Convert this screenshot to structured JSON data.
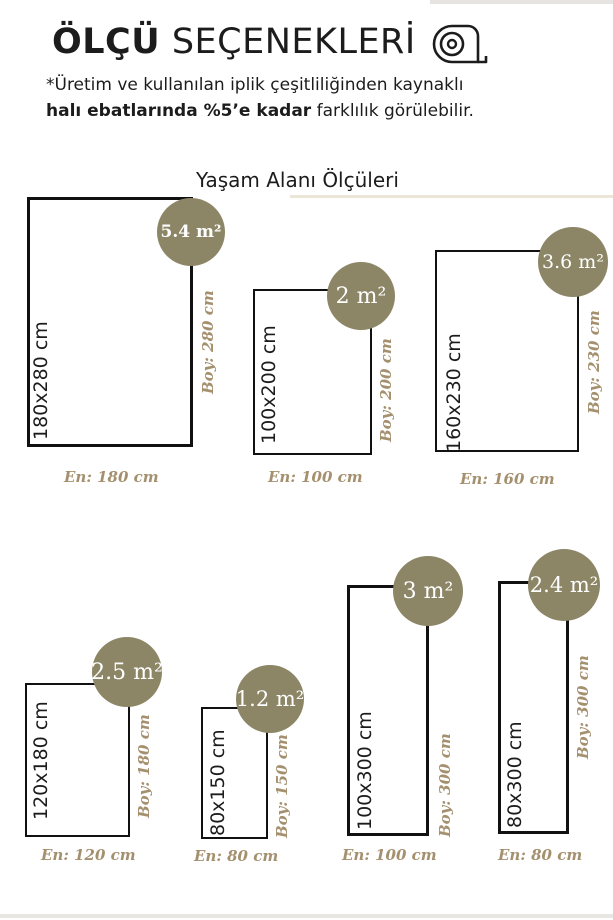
{
  "header": {
    "title_bold": "ÖLÇÜ",
    "title_rest": "SEÇENEKLERİ",
    "icon": "tape-measure-icon",
    "note_line1": "*Üretim ve kullanılan iplik çeşitliliğinden kaynaklı",
    "note_line2_bold": "halı ebatlarında %5’e kadar",
    "note_line2_rest": "farklılık görülebilir."
  },
  "section": {
    "title": "Yaşam Alanı Ölçüleri"
  },
  "colors": {
    "badge": "#8c8667",
    "accent_text": "#a4906e"
  },
  "rugs": [
    {
      "size": "180x280 cm",
      "area": "5.4 m²",
      "width": "En: 180 cm",
      "length": "Boy: 280 cm"
    },
    {
      "size": "100x200 cm",
      "area": "2 m²",
      "width": "En: 100 cm",
      "length": "Boy: 200 cm"
    },
    {
      "size": "160x230 cm",
      "area": "3.6 m²",
      "width": "En: 160 cm",
      "length": "Boy: 230 cm"
    },
    {
      "size": "120x180 cm",
      "area": "2.5 m²",
      "width": "En: 120 cm",
      "length": "Boy: 180 cm"
    },
    {
      "size": "80x150 cm",
      "area": "1.2 m²",
      "width": "En: 80 cm",
      "length": "Boy: 150 cm"
    },
    {
      "size": "100x300 cm",
      "area": "3 m²",
      "width": "En: 100 cm",
      "length": "Boy: 300 cm"
    },
    {
      "size": "80x300 cm",
      "area": "2.4 m²",
      "width": "En: 80 cm",
      "length": "Boy: 300 cm"
    }
  ]
}
